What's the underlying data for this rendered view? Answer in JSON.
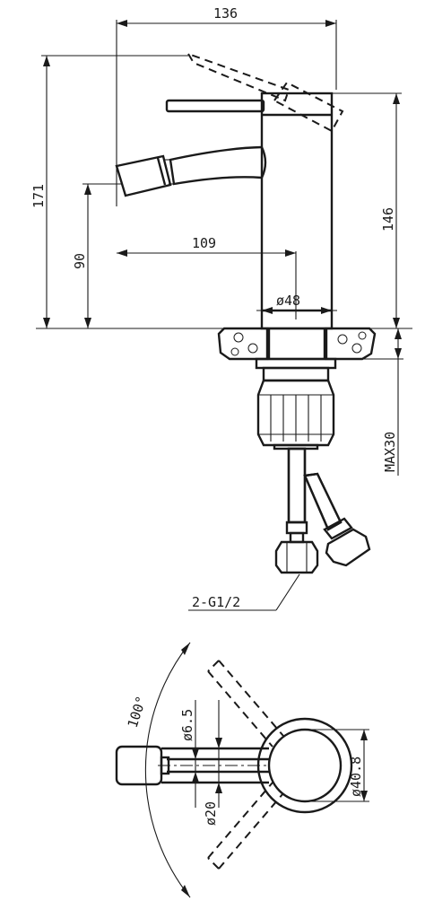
{
  "side_view": {
    "width_overall": "136",
    "height_overall": "171",
    "spout_height": "90",
    "spout_reach": "109",
    "body_height": "146",
    "body_diameter": "ø48",
    "deck_thickness": "MAX30",
    "thread": "2-G1/2"
  },
  "top_view": {
    "swing_angle": "100°",
    "nozzle_diameter": "ø6.5",
    "arm_diameter": "ø20",
    "body_diameter": "ø40.8"
  }
}
